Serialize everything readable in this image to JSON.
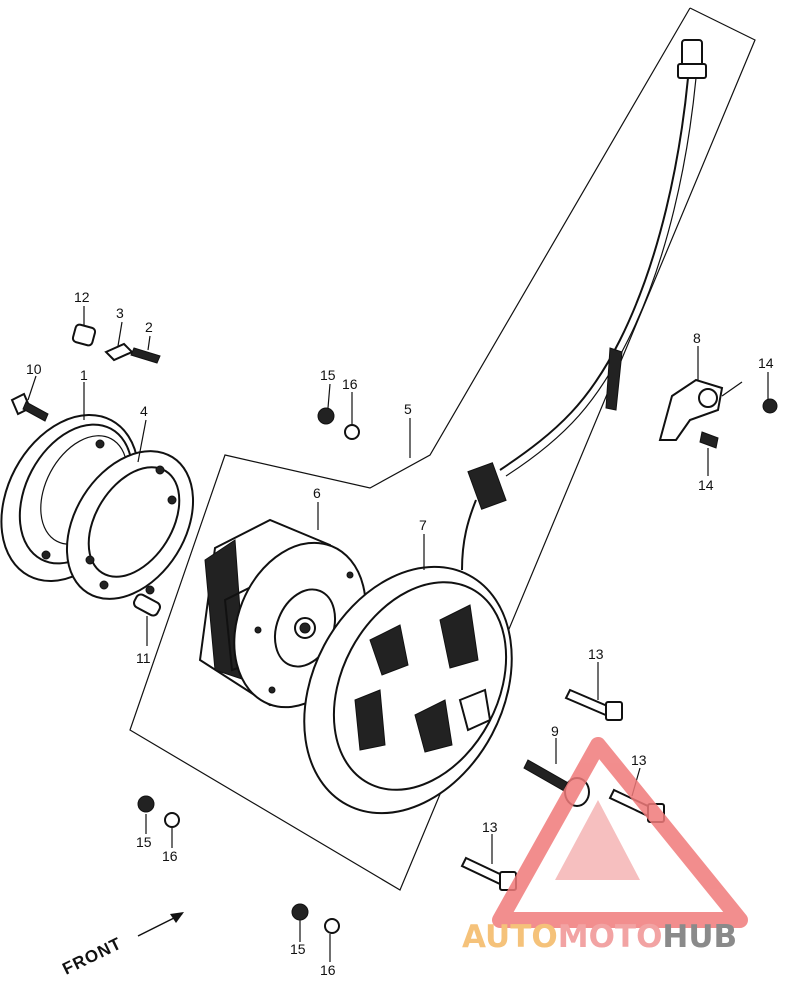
{
  "diagram": {
    "callouts": {
      "part_1": "1",
      "part_2": "2",
      "part_3": "3",
      "part_4": "4",
      "part_5": "5",
      "part_6": "6",
      "part_7": "7",
      "part_8": "8",
      "part_9": "9",
      "part_10": "10",
      "part_11": "11",
      "part_12": "12",
      "part_13a": "13",
      "part_13b": "13",
      "part_13c": "13",
      "part_14a": "14",
      "part_14b": "14",
      "part_15a": "15",
      "part_15b": "15",
      "part_15c": "15",
      "part_16a": "16",
      "part_16b": "16",
      "part_16c": "16"
    },
    "front_label": "FRONT"
  },
  "watermark": {
    "text_auto": "AUTO",
    "text_moto": "MOTO",
    "text_hub": "HUB",
    "colors": {
      "auto": "#f5c27a",
      "moto": "#f2a3a3",
      "hub": "#8a8a8a",
      "logo": "#f07a7a"
    }
  }
}
